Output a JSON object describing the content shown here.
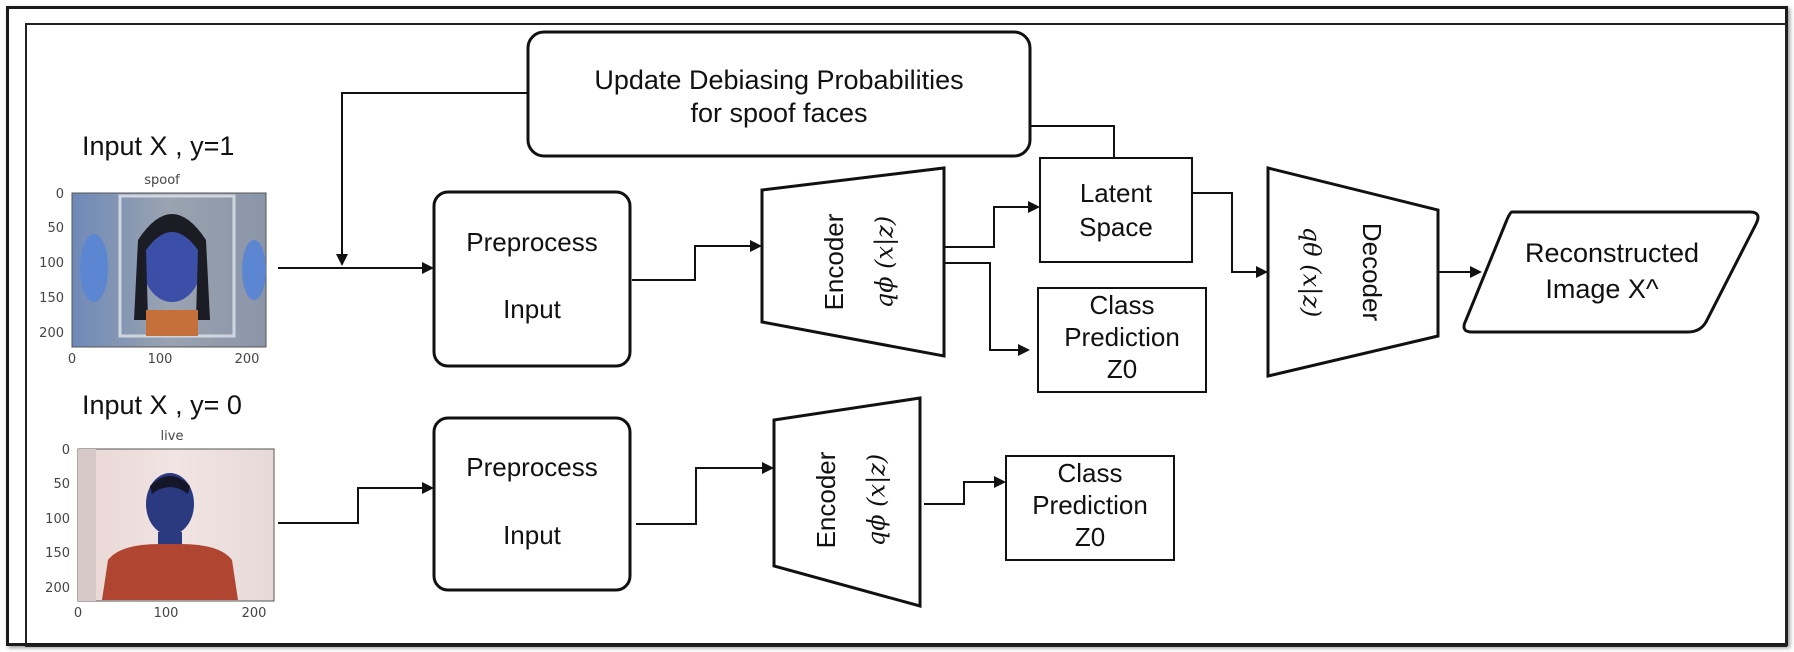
{
  "feedback_box": {
    "line1": "Update Debiasing Probabilities",
    "line2": "for spoof faces"
  },
  "row1": {
    "input_title": "Input X , y=1",
    "plot_title": "spoof",
    "y_ticks": [
      "0",
      "50",
      "100",
      "150",
      "200"
    ],
    "x_ticks": [
      "0",
      "100",
      "200"
    ],
    "preprocess_line1": "Preprocess",
    "preprocess_line2": "Input",
    "encoder_label": "Encoder",
    "encoder_math": "qϕ (x|z)",
    "latent_line1": "Latent",
    "latent_line2": "Space",
    "class_line1": "Class",
    "class_line2": "Prediction",
    "class_line3": "Z0",
    "decoder_label": "Decoder",
    "decoder_math": "qθ (x|z)",
    "recon_line1": "Reconstructed",
    "recon_line2": "Image X^"
  },
  "row2": {
    "input_title": "Input X , y= 0",
    "plot_title": "live",
    "y_ticks": [
      "0",
      "50",
      "100",
      "150",
      "200"
    ],
    "x_ticks": [
      "0",
      "100",
      "200"
    ],
    "preprocess_line1": "Preprocess",
    "preprocess_line2": "Input",
    "encoder_label": "Encoder",
    "encoder_math": "qϕ (x|z)",
    "class_line1": "Class",
    "class_line2": "Prediction",
    "class_line3": "Z0"
  }
}
